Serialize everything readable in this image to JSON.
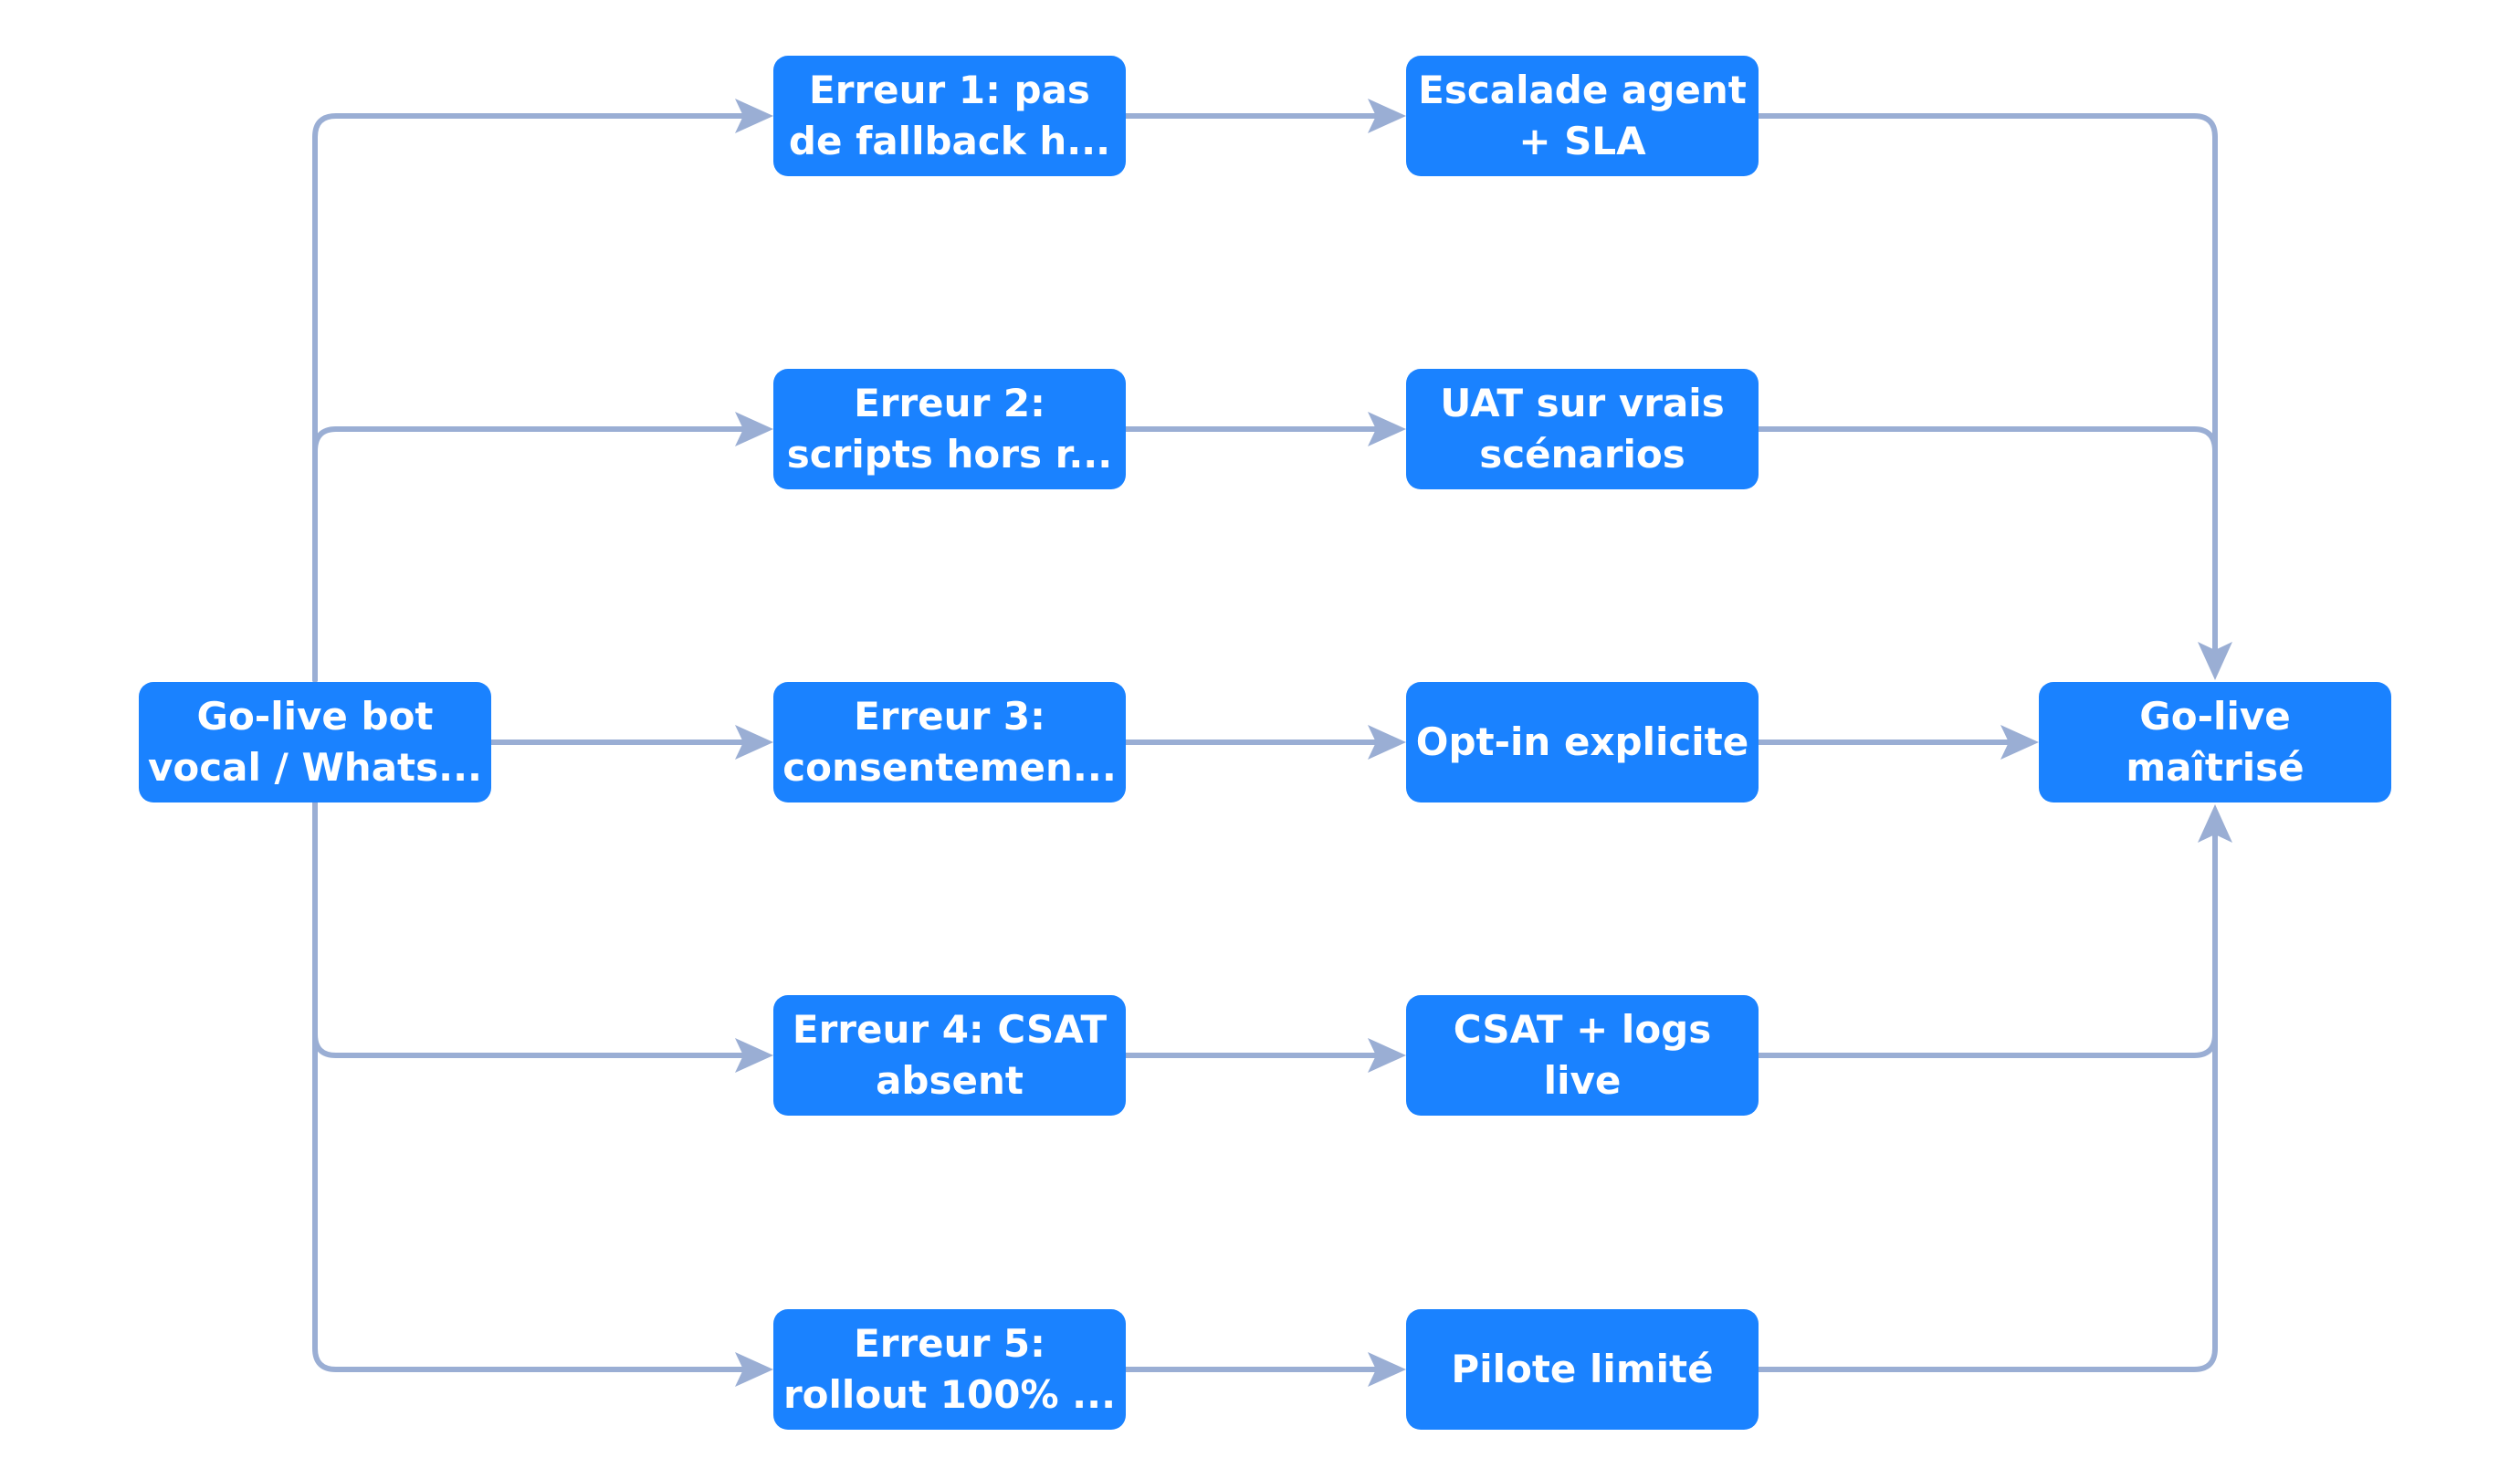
{
  "colors": {
    "node_fill": "#1a82ff",
    "node_text": "#ffffff",
    "edge": "#9aaed4",
    "background": "#ffffff"
  },
  "nodes": {
    "start": {
      "line1": "Go-live bot",
      "line2": "vocal / Whats..."
    },
    "errors": [
      {
        "line1": "Erreur 1: pas",
        "line2": "de fallback h..."
      },
      {
        "line1": "Erreur 2:",
        "line2": "scripts hors r..."
      },
      {
        "line1": "Erreur 3:",
        "line2": "consentemen..."
      },
      {
        "line1": "Erreur 4: CSAT",
        "line2": "absent"
      },
      {
        "line1": "Erreur 5:",
        "line2": "rollout 100% ..."
      }
    ],
    "fixes": [
      {
        "line1": "Escalade agent",
        "line2": "+ SLA"
      },
      {
        "line1": "UAT sur vrais",
        "line2": "scénarios"
      },
      {
        "line1": "Opt-in explicite",
        "line2": ""
      },
      {
        "line1": "CSAT + logs",
        "line2": "live"
      },
      {
        "line1": "Pilote limité",
        "line2": ""
      }
    ],
    "end": {
      "line1": "Go-live",
      "line2": "maîtrisé"
    }
  }
}
